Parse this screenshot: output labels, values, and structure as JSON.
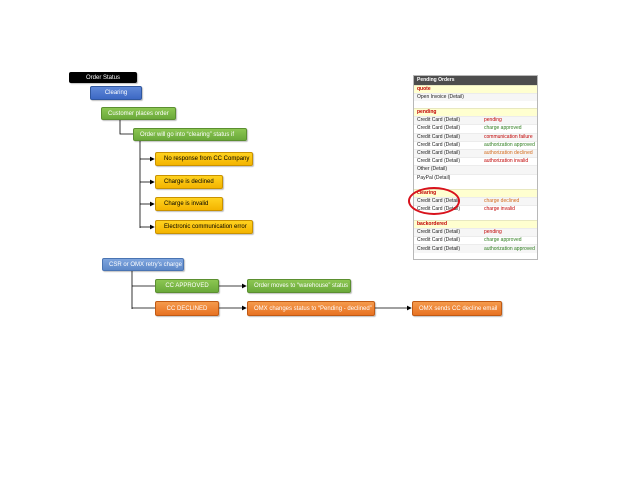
{
  "flow": {
    "order_status": "Order Status",
    "clearing": "Clearing",
    "customer_places_order": "Customer places order",
    "order_clearing": "Order will go into “clearing” status if",
    "cond_no_response": "No response from CC Company",
    "cond_declined": "Charge is declined",
    "cond_invalid": "Charge is invalid",
    "cond_comm_error": "Electronic communication error",
    "csr_retry": "CSR or OMX retry’s charge",
    "cc_approved": "CC APPROVED",
    "cc_declined": "CC DECLINED",
    "moves_warehouse": "Order moves to “warehouse” status",
    "pending_declined": "OMX changes status to “Pending - declined”",
    "sends_email": "OMX sends CC decline email"
  },
  "pending_orders": {
    "title": "Pending Orders",
    "colors": {
      "header": "#4d4d4d",
      "section": "#c00000",
      "highlight": "#d8121c"
    },
    "sections": [
      {
        "name": "quote",
        "rows": [
          {
            "label": "Open Invoice (Detail)",
            "status": "",
            "color": "#222222"
          }
        ]
      },
      {
        "name": "pending",
        "rows": [
          {
            "label": "Credit Card (Detail)",
            "status": "pending",
            "color": "#c00000"
          },
          {
            "label": "Credit Card (Detail)",
            "status": "charge approved",
            "color": "#2e7d1e"
          },
          {
            "label": "Credit Card (Detail)",
            "status": "communication failure",
            "color": "#c00000"
          },
          {
            "label": "Credit Card (Detail)",
            "status": "authorization approved",
            "color": "#2e7d1e"
          },
          {
            "label": "Credit Card (Detail)",
            "status": "authorization declined",
            "color": "#d46a1a"
          },
          {
            "label": "Credit Card (Detail)",
            "status": "authorization invalid",
            "color": "#c00000"
          },
          {
            "label": "Other (Detail)",
            "status": "",
            "color": "#222222"
          },
          {
            "label": "PayPal (Detail)",
            "status": "",
            "color": "#222222"
          }
        ]
      },
      {
        "name": "clearing",
        "rows": [
          {
            "label": "Credit Card (Detail)",
            "status": "charge declined",
            "color": "#d46a1a"
          },
          {
            "label": "Credit Card (Detail)",
            "status": "charge invalid",
            "color": "#c00000"
          }
        ]
      },
      {
        "name": "backordered",
        "rows": [
          {
            "label": "Credit Card (Detail)",
            "status": "pending",
            "color": "#c00000"
          },
          {
            "label": "Credit Card (Detail)",
            "status": "charge approved",
            "color": "#2e7d1e"
          },
          {
            "label": "Credit Card (Detail)",
            "status": "authorization approved",
            "color": "#2e7d1e"
          }
        ]
      }
    ]
  }
}
